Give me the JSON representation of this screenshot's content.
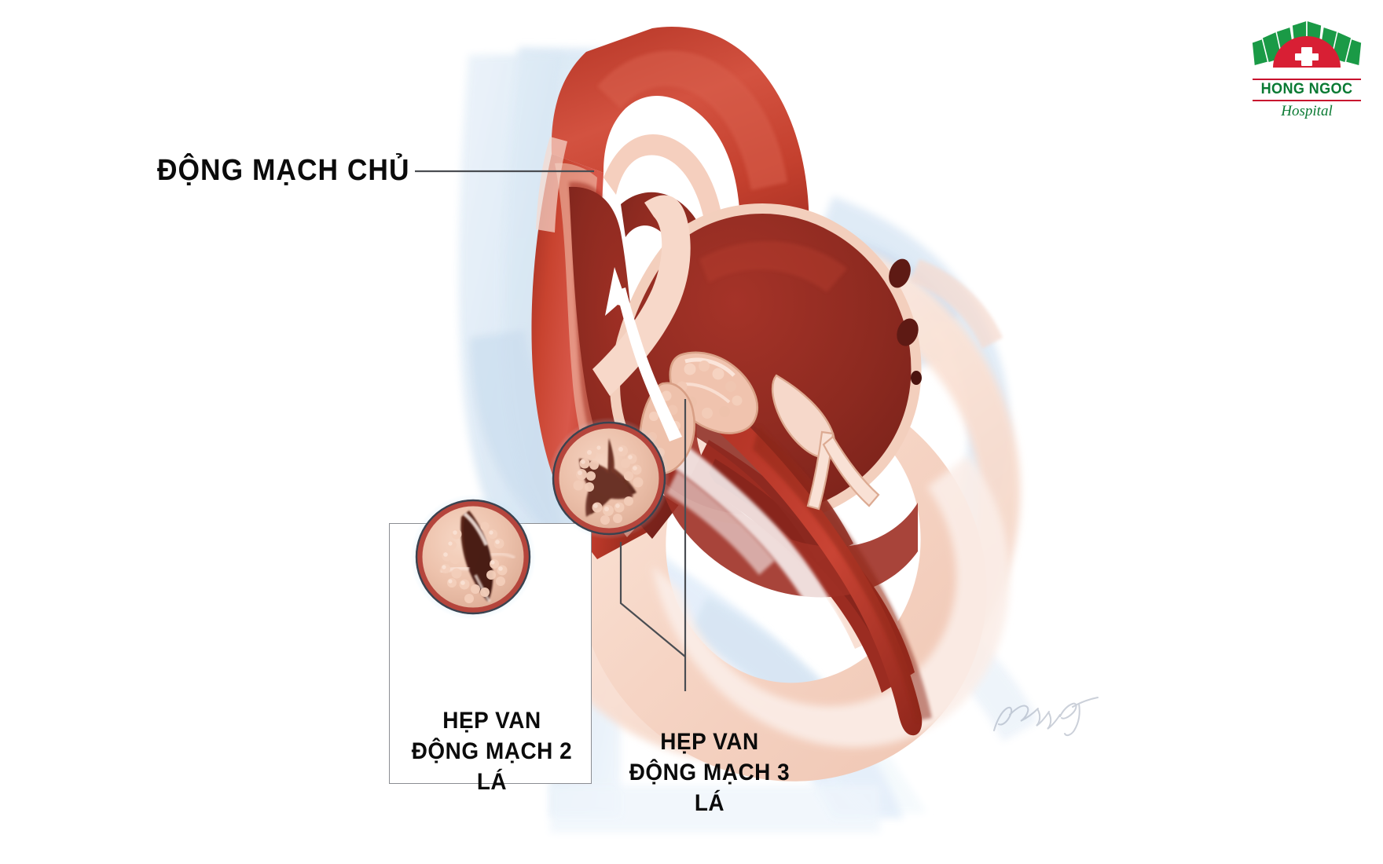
{
  "page": {
    "background_color": "#ffffff",
    "subject": "cross-section illustration of the human heart showing aortic valve stenosis"
  },
  "logo": {
    "name": "hong-ngoc-hospital-logo",
    "brand": "HONG NGOC",
    "sub": "Hospital",
    "green": "#0a7a33",
    "red": "#c8102e",
    "cross": "white-cross-icon"
  },
  "labels": {
    "aorta": "ĐỘNG MẠCH CHỦ",
    "bicuspid_line1": "HẸP VAN",
    "bicuspid_line2": "ĐỘNG MẠCH 2 LÁ",
    "tricuspid_line1": "HẸP VAN",
    "tricuspid_line2": "ĐỘNG MẠCH 3 LÁ"
  },
  "inset": {
    "border_color": "#8b8d92",
    "fill": "#ffffff"
  },
  "valves": [
    {
      "id": "bicuspid",
      "caption": "HẸP VAN ĐỘNG MẠCH 2 LÁ",
      "cusps": 2,
      "orifice_shape": "slit",
      "rim_color": "#b5453c",
      "tissue_color": "#e6b7a4",
      "orifice_color": "#4a1d14"
    },
    {
      "id": "tricuspid",
      "caption": "HẸP VAN ĐỘNG MẠCH 3 LÁ",
      "cusps": 3,
      "orifice_shape": "y-shaped",
      "rim_color": "#b5453c",
      "tissue_color": "#e6b7a4",
      "orifice_color": "#6b3326"
    }
  ],
  "colors": {
    "muscle_red": "#c0392b",
    "chamber_dark": "#8e2b22",
    "lumen_pale": "#f2cdbe",
    "wall_pink": "#f6d8cb",
    "ghost_blue": "#cfe0f0",
    "leader_line": "#4a4d52",
    "text": "#0b0b0b"
  },
  "flow_arrow": {
    "name": "blood-flow-arrow",
    "color": "#ffffff",
    "direction": "upward through aortic outflow tract"
  },
  "signature": {
    "text": "artist signature",
    "color": "#9aa3b2"
  }
}
